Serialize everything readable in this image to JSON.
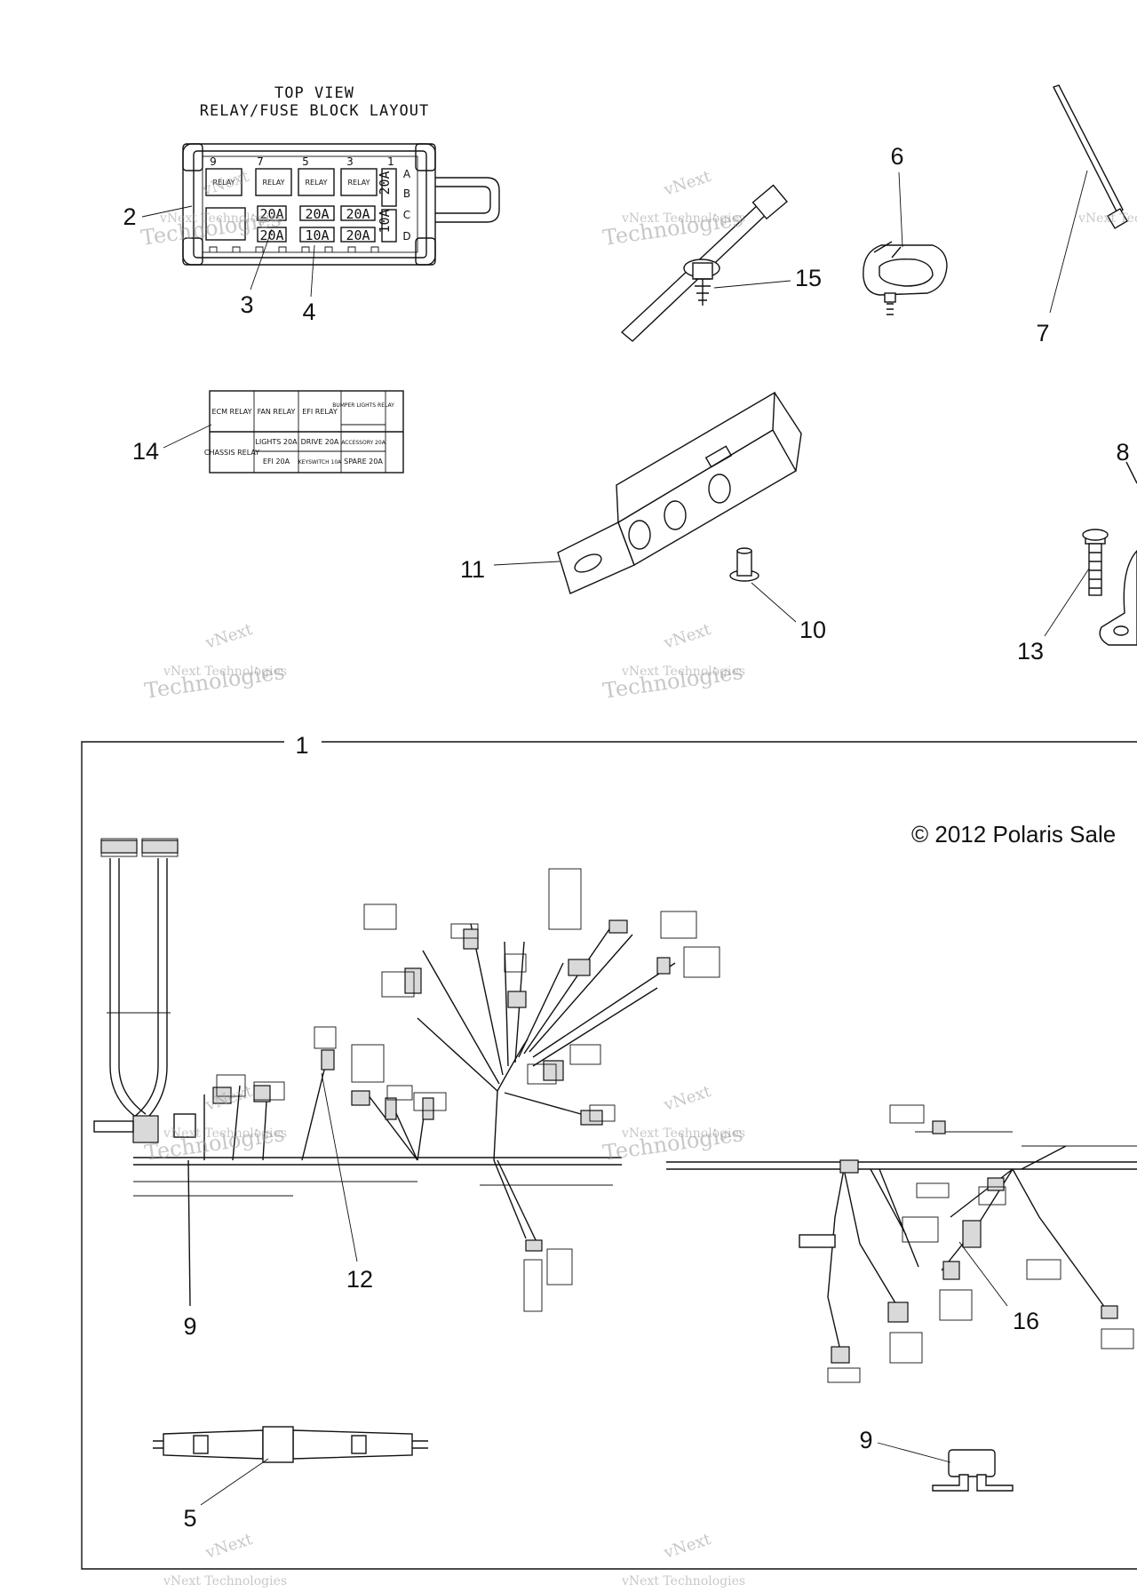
{
  "fuse_block": {
    "title_line1": "TOP VIEW",
    "title_line2": "RELAY/FUSE BLOCK LAYOUT",
    "column_numbers": [
      "9",
      "7",
      "5",
      "3",
      "1"
    ],
    "row_letters": [
      "A",
      "B",
      "C",
      "D"
    ],
    "relay_labels": [
      "RELAY",
      "RELAY",
      "RELAY",
      "RELAY"
    ],
    "fuse_row1": [
      "20A",
      "20A",
      "20A"
    ],
    "fuse_row2": [
      "20A",
      "10A",
      "20A"
    ],
    "side_fuses": [
      "20A",
      "10A"
    ]
  },
  "label_card": {
    "cells": [
      "ECM RELAY",
      "FAN RELAY",
      "EFI RELAY",
      "BUMPER LIGHTS RELAY",
      "CHASSIS RELAY",
      "LIGHTS 20A",
      "DRIVE 20A",
      "ACCESSORY 20A",
      "EFI 20A",
      "KEYSWITCH 10A",
      "SPARE 20A"
    ]
  },
  "callouts": {
    "c1": "1",
    "c2": "2",
    "c3": "3",
    "c4": "4",
    "c5": "5",
    "c6": "6",
    "c7": "7",
    "c8": "8",
    "c9a": "9",
    "c9b": "9",
    "c10": "10",
    "c11": "11",
    "c12": "12",
    "c13": "13",
    "c14": "14",
    "c15": "15",
    "c16": "16"
  },
  "copyright": "© 2012 Polaris Sale",
  "watermark": {
    "line1": "vNext",
    "line2": "vNext Technologies",
    "line3": "Technologies"
  }
}
